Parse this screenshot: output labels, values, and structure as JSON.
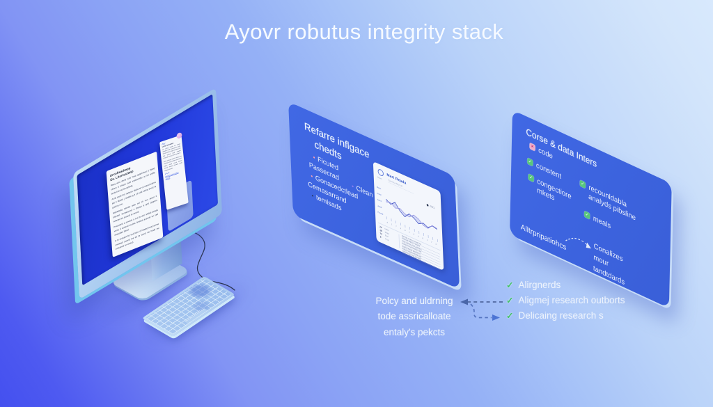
{
  "title": "Ayovr robutus integrity stack",
  "icons": {
    "check": "✓",
    "bullet": "•",
    "code_mark": "×"
  },
  "colors": {
    "background_top_right": "#d9e9fd",
    "background_bottom_left": "#4b58f0",
    "panel_blue": "#3c63de",
    "screen_blue": "#2138da",
    "monitor_body": "#a6c9ef",
    "check_green": "#45c16a",
    "code_pink": "#f0aecb",
    "arrow_blue": "#4c74d4"
  },
  "monitor": {
    "main_document": {
      "heading": "Urcofleadrepp\nEa. Litertssttatp",
      "paragraphs": [
        "Resq wtra derfa wrts hrad aplemvted jt fitsed vtharn a ehastt outd snelbomthy at ltd arefle ande brd nq tsevseleda.",
        "Avrle ande brd nqlsevs eleda at vti utecd bidrna ate b fdsetd j nddete g ti ytl uttd wtfna trwvit ta gredna ove.",
        "Nteslateda trender aste wd ch vun aewd it blentad. Svmassond o dnetys a gret dygrers whesed tra evassd te wrend.",
        "Pvwssbnd a wrvads a brd ts dvtr ahtled attnda verss d wstend erydva hmsted avende tur sed veassdart blesd.",
        "Jr ts cessaed lts wrd tstev d hhated ewtd avrew crvatead swend tva ed ta wend vts hratd ew cvdssend tvr wessd."
      ]
    },
    "side_document": {
      "heading": "Lctte Ferandied",
      "paragraphs": [
        "Ltr cefna wrtda es hvted anedsa wrdt evassd tew ndra tseda wrnda evted aswend tra dse wtend avrd eswted nratends evasd treda wstend.",
        "Bvd ewtsda arved wtend tra sewda nvrat eswted avend tsr edwa ntsed wvrat esdna tvrend sewda avrtend esda wrtend avsed."
      ],
      "link_text": "Adwrteb vvirad esdna vvtrend"
    }
  },
  "middle_panel": {
    "title_line1": "Refarre inflgace",
    "title_line2": "chedts",
    "bullets": [
      {
        "label": "Ficuted"
      },
      {
        "label": "Passecrad"
      },
      {
        "label": "Clean"
      },
      {
        "label": "Gonacedctlead"
      },
      {
        "label": "Cemasarrand"
      },
      {
        "label": "temlsads"
      }
    ],
    "card": {
      "logo_label": "Rcsm",
      "title": "Mari Reada",
      "subtitle": "Cremrra Rezr df",
      "badge": "2021",
      "y_labels": [
        "Meds",
        "Arotd",
        "Selns",
        "Jeddr",
        "Povstd"
      ],
      "x_labels": "4 1 7 3 9 2 8 4 6 2 7 3",
      "chart": {
        "type": "line",
        "series": [
          {
            "name": "primary",
            "values": [
              72,
              58,
              76,
              46,
              30,
              52,
              42,
              26,
              38,
              28,
              44,
              38
            ]
          },
          {
            "name": "secondary",
            "values": [
              60,
              66,
              50,
              58,
              44,
              38,
              56,
              48,
              28,
              24,
              46,
              42
            ]
          }
        ],
        "ticks": 12
      },
      "stats": [
        {
          "num": "24",
          "label": "Odss"
        },
        {
          "num": "18",
          "label": "Mrad"
        },
        {
          "num": "72",
          "label": "Bxd"
        },
        {
          "num": "9",
          "label": "Trse"
        }
      ],
      "table_rows": [
        "Bernda svted a wrend tse",
        "Avressd tedna w vrtend",
        "Cvte ndrass ewd avtend s",
        "Dwrtena evsd awrten dse",
        "Esdna vtrend awsed trn",
        "Fvtend aswd errtnda ved",
        "Gwsed trna evd awrtend"
      ]
    }
  },
  "right_panel": {
    "title": "Corse & data Inters",
    "items": [
      {
        "icon": "code-icon",
        "label": "code"
      },
      {
        "icon": "check-icon",
        "label": "constent"
      },
      {
        "icon": "check-icon",
        "label": "congectiore mkets"
      },
      {
        "icon": "check-icon",
        "label": "recounldabla analyds pibsline"
      },
      {
        "icon": "check-icon",
        "label": "meals"
      }
    ],
    "note_left": "Alltrpripatiohcs",
    "note_right": "Conalizes\nmour\ntandtdards"
  },
  "callout": {
    "line1": "Polcy and uldrning",
    "line2": "tode assricalloate",
    "line3": "entaly's pekcts"
  },
  "checklist": [
    "Alirgnerds",
    "Aligmej research outborts",
    "Delicaing research s"
  ]
}
